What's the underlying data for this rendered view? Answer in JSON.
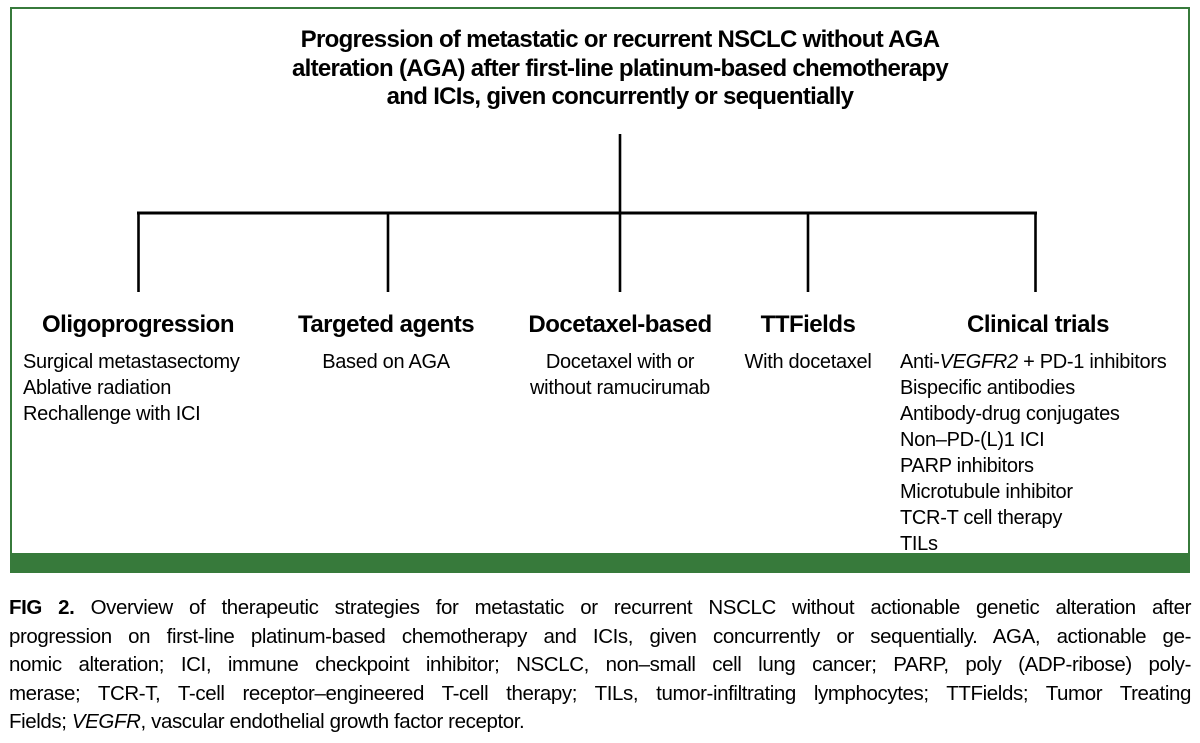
{
  "figure": {
    "accent_green": "#377a3b",
    "title_lines": [
      "Progression of metastatic or recurrent NSCLC without AGA",
      "alteration (AGA) after first-line platinum-based chemotherapy",
      "and ICIs, given concurrently or sequentially"
    ],
    "columns": [
      {
        "heading": "Oligoprogression",
        "items": [
          "Surgical metastasectomy",
          "Ablative radiation",
          "Rechallenge with ICI"
        ]
      },
      {
        "heading": "Targeted agents",
        "items": [
          "Based on AGA"
        ]
      },
      {
        "heading": "Docetaxel-based",
        "items": [
          "Docetaxel with or",
          "without ramucirumab"
        ]
      },
      {
        "heading": "TTFields",
        "items": [
          "With docetaxel"
        ]
      },
      {
        "heading": "Clinical trials",
        "item1": {
          "pre": "Anti-",
          "italic": "VEGFR2",
          "post": " + PD-1 inhibitors"
        },
        "items": [
          "Bispecific antibodies",
          "Antibody-drug conjugates",
          "Non–PD-(L)1 ICI",
          "PARP inhibitors",
          "Microtubule inhibitor",
          "TCR-T cell therapy",
          "TILs"
        ]
      }
    ]
  },
  "caption": {
    "lines": [
      {
        "segments": [
          {
            "text": "FIG 2.",
            "style": "bold"
          },
          {
            "text": " Overview of therapeutic strategies for metastatic or recurrent NSCLC without actionable genetic alteration after",
            "style": "normal"
          }
        ]
      },
      {
        "segments": [
          {
            "text": "progression on first-line platinum-based chemotherapy and ICIs, given concurrently or sequentially. AGA, actionable ge-",
            "style": "normal"
          }
        ]
      },
      {
        "segments": [
          {
            "text": "nomic alteration; ICI, immune checkpoint inhibitor; NSCLC, non–small cell lung cancer; PARP, poly (ADP-ribose) poly-",
            "style": "normal"
          }
        ]
      },
      {
        "segments": [
          {
            "text": "merase; TCR-T, T-cell receptor–engineered T-cell therapy; TILs, tumor-infiltrating lymphocytes; TTFields; Tumor Treating",
            "style": "normal"
          }
        ]
      },
      {
        "segments": [
          {
            "text": "Fields; ",
            "style": "normal"
          },
          {
            "text": "VEGFR",
            "style": "italic"
          },
          {
            "text": ", vascular endothelial growth factor receptor.",
            "style": "normal"
          }
        ]
      }
    ]
  }
}
